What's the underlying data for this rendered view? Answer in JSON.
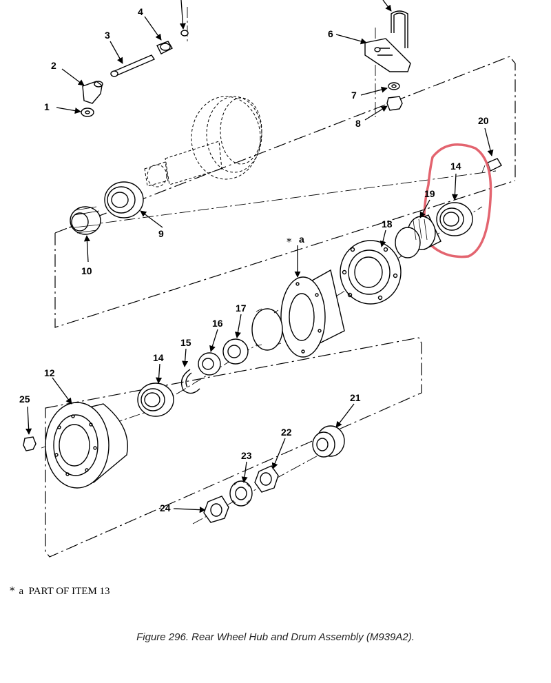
{
  "figure": {
    "caption": "Figure 296.  Rear Wheel Hub and Drum Assembly (M939A2).",
    "footnote_marker": "*",
    "footnote_label": "a",
    "footnote_text": "PART OF ITEM  13"
  },
  "highlight": {
    "color": "#e3646f",
    "target_item": "14"
  },
  "callouts": {
    "item_1": "1",
    "item_2": "2",
    "item_3": "3",
    "item_4": "4",
    "item_6": "6",
    "item_7": "7",
    "item_8": "8",
    "item_9": "9",
    "item_10": "10",
    "item_12": "12",
    "item_14_upper": "14",
    "item_14_lower": "14",
    "item_15": "15",
    "item_16": "16",
    "item_17": "17",
    "item_18": "18",
    "item_19": "19",
    "item_20": "20",
    "item_21": "21",
    "item_22": "22",
    "item_23": "23",
    "item_24": "24",
    "item_25": "25",
    "part_a_marker": "*",
    "part_a_label": "a"
  }
}
